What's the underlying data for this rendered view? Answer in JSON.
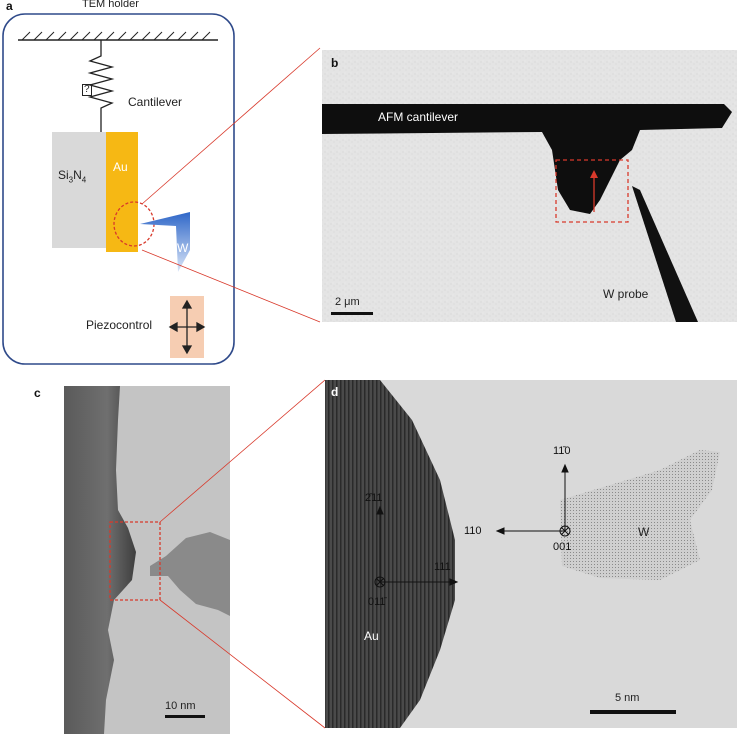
{
  "panels": {
    "a": {
      "letter": "a",
      "title": "TEM holder",
      "spring_symbol": "?",
      "cantilever": "Cantilever",
      "si3n4_main": "Si",
      "si3n4_sub1": "3",
      "si3n4_mid": "N",
      "si3n4_sub2": "4",
      "au": "Au",
      "w": "W",
      "piezo": "Piezocontrol",
      "colors": {
        "frame": "#2f4a8a",
        "au": "#f6b814",
        "si3n4": "#d9d9d9",
        "piezo": "#f6cdb2",
        "w_probe": "#2f67c8",
        "highlight": "#d8392b"
      }
    },
    "b": {
      "letter": "b",
      "afm": "AFM cantilever",
      "w_probe": "W probe",
      "scale": "2 μm"
    },
    "c": {
      "letter": "c",
      "scale": "10 nm"
    },
    "d": {
      "letter": "d",
      "au": "Au",
      "w": "W",
      "dir_au_up": "2̄11",
      "dir_au_right": "111",
      "dir_au_out": "011̄",
      "dir_w_up": "11̄0",
      "dir_w_left": "110",
      "dir_w_out": "001",
      "scale": "5 nm"
    }
  }
}
